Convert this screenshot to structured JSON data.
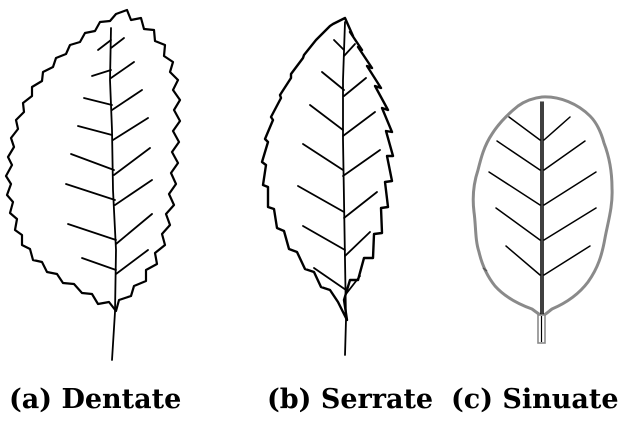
{
  "figure": {
    "panels": [
      {
        "id": "a",
        "caption": "(a) Dentate",
        "margin_type": "dentate",
        "stroke_color": "#000000"
      },
      {
        "id": "b",
        "caption": "(b) Serrate",
        "margin_type": "serrate",
        "stroke_color": "#000000"
      },
      {
        "id": "c",
        "caption": "(c) Sinuate",
        "margin_type": "sinuate",
        "stroke_color": "#8a8a8a"
      }
    ]
  }
}
